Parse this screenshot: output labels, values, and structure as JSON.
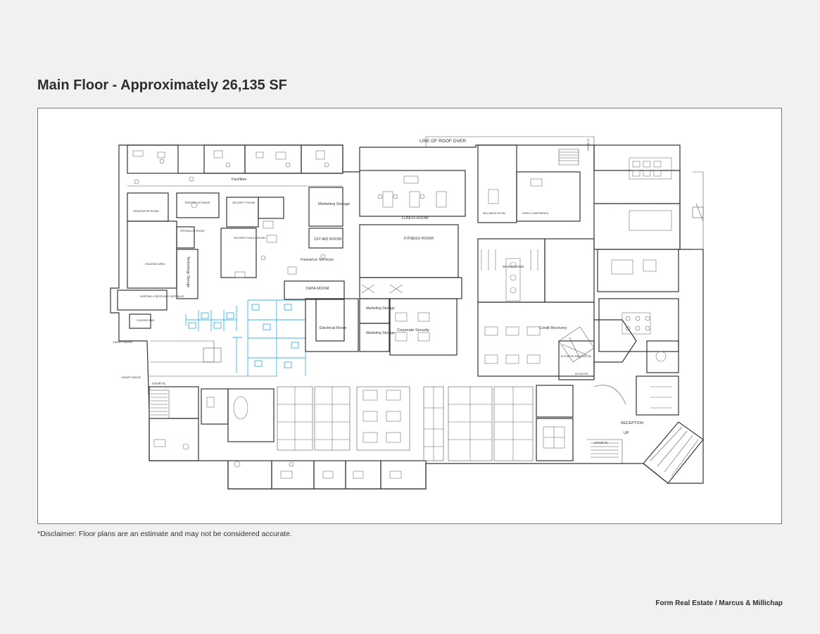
{
  "title": "Main Floor - Approximately 26,135 SF",
  "disclaimer": "*Disclaimer: Floor plans are an estimate and may not be considered accurate.",
  "credit": "Form Real Estate / Marcus & Millichap",
  "plan": {
    "roof_note": "LINE OF ROOF OVER",
    "rooms": {
      "generator": "GENERATOR ROOM",
      "twisted": "TWISTED STORAGE",
      "security": "SECURITY ROOM",
      "facilities": "Facilities",
      "marketing_storage_1": "Marketing Storage",
      "sprinkler": "SPRINKLER ROOM",
      "security_vault": "SECURITY/VAULT ROOM",
      "first_aid": "1ST AID ROOM",
      "holding": "HOLDING AREA",
      "technology": "Technology Storage",
      "insurance": "Insurance Services",
      "data": "DATA ROOM",
      "shipping": "SHIPPING & RECEIVING VESTIBULE",
      "courier": "COURIER BIKE",
      "electrical": "Electrical Room",
      "lunch": "LUNCH ROOM",
      "fitness": "FITNESS ROOM",
      "marketing_storage_2": "Marketing Storage",
      "marketing_storage_3": "Marketing Storage",
      "corporate_security": "Corporate Security",
      "wellness": "WELLNESS ROOM",
      "video_conference": "VIDEO CONFERENCE",
      "washrooms": "WASHROOMS",
      "credit_recovery": "Credit Recovery",
      "elevator_machine": "ELEVATOR MACHINE RM",
      "elevator": "ELEVATOR",
      "reception": "RECEPTION",
      "up": "UP",
      "stair_1": "STAIR #1",
      "stair_2": "STAIR #2",
      "stair_top": "STAIR #2",
      "canopy_1": "CANOPY ABOVE",
      "canopy_2": "CANOPY ABOVE"
    }
  }
}
